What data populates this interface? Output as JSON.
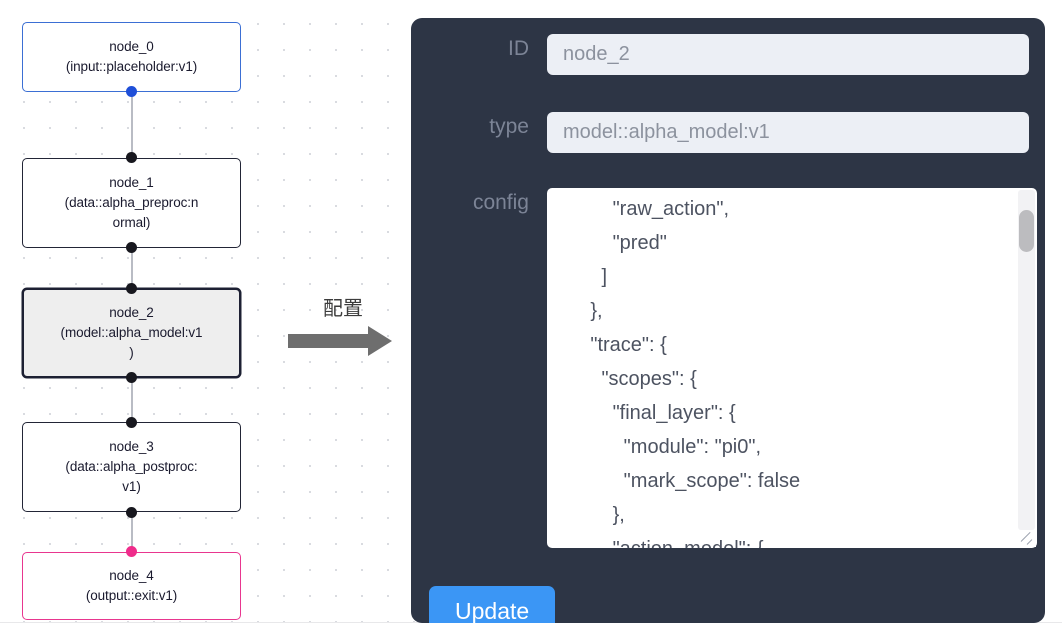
{
  "canvas": {
    "nodes": [
      {
        "id": "node_0",
        "title": "node_0",
        "subtitle": "(input::placeholder:v1)",
        "label": "node_0\n(input::placeholder:v1)",
        "kind": "input",
        "selected": false
      },
      {
        "id": "node_1",
        "title": "node_1",
        "subtitle": "(data::alpha_preproc:normal)",
        "label": "node_1\n(data::alpha_preproc:n\normal)",
        "kind": "default",
        "selected": false
      },
      {
        "id": "node_2",
        "title": "node_2",
        "subtitle": "(model::alpha_model:v1)",
        "label": "node_2\n(model::alpha_model:v1\n)",
        "kind": "default",
        "selected": true
      },
      {
        "id": "node_3",
        "title": "node_3",
        "subtitle": "(data::alpha_postproc:v1)",
        "label": "node_3\n(data::alpha_postproc:\nv1)",
        "kind": "default",
        "selected": false
      },
      {
        "id": "node_4",
        "title": "node_4",
        "subtitle": "(output::exit:v1)",
        "label": "node_4\n(output::exit:v1)",
        "kind": "output",
        "selected": false
      }
    ],
    "edges": [
      {
        "from": "node_0",
        "to": "node_1"
      },
      {
        "from": "node_1",
        "to": "node_2"
      },
      {
        "from": "node_2",
        "to": "node_3"
      },
      {
        "from": "node_3",
        "to": "node_4"
      }
    ],
    "colors": {
      "input_border": "#3b6fd4",
      "output_border": "#e8368f",
      "default_border": "#222536",
      "selected_fill": "#eeeeee",
      "handle_default": "#18181f",
      "handle_blue": "#1f4fd8",
      "handle_pink": "#ef2c8b",
      "edge": "#b9bcc4",
      "grid_dot": "#d9dbe0"
    }
  },
  "annotation": {
    "label": "配置",
    "arrow_color": "#6e6e6e"
  },
  "panel": {
    "background": "#2d3545",
    "fields": [
      {
        "key": "id",
        "label": "ID",
        "value": "node_2"
      },
      {
        "key": "type",
        "label": "type",
        "value": "model::alpha_model:v1"
      },
      {
        "key": "config",
        "label": "config",
        "value": "          \"raw_action\",\n          \"pred\"\n        ]\n      },\n      \"trace\": {\n        \"scopes\": {\n          \"final_layer\": {\n            \"module\": \"pi0\",\n            \"mark_scope\": false\n          },\n          \"action_model\": {"
      }
    ],
    "id_label": "ID",
    "id_value": "node_2",
    "type_label": "type",
    "type_value": "model::alpha_model:v1",
    "config_label": "config",
    "config_value": "          \"raw_action\",\n          \"pred\"\n        ]\n      },\n      \"trace\": {\n        \"scopes\": {\n          \"final_layer\": {\n            \"module\": \"pi0\",\n            \"mark_scope\": false\n          },\n          \"action_model\": {",
    "update_label": "Update",
    "update_color": "#3b96f5"
  }
}
